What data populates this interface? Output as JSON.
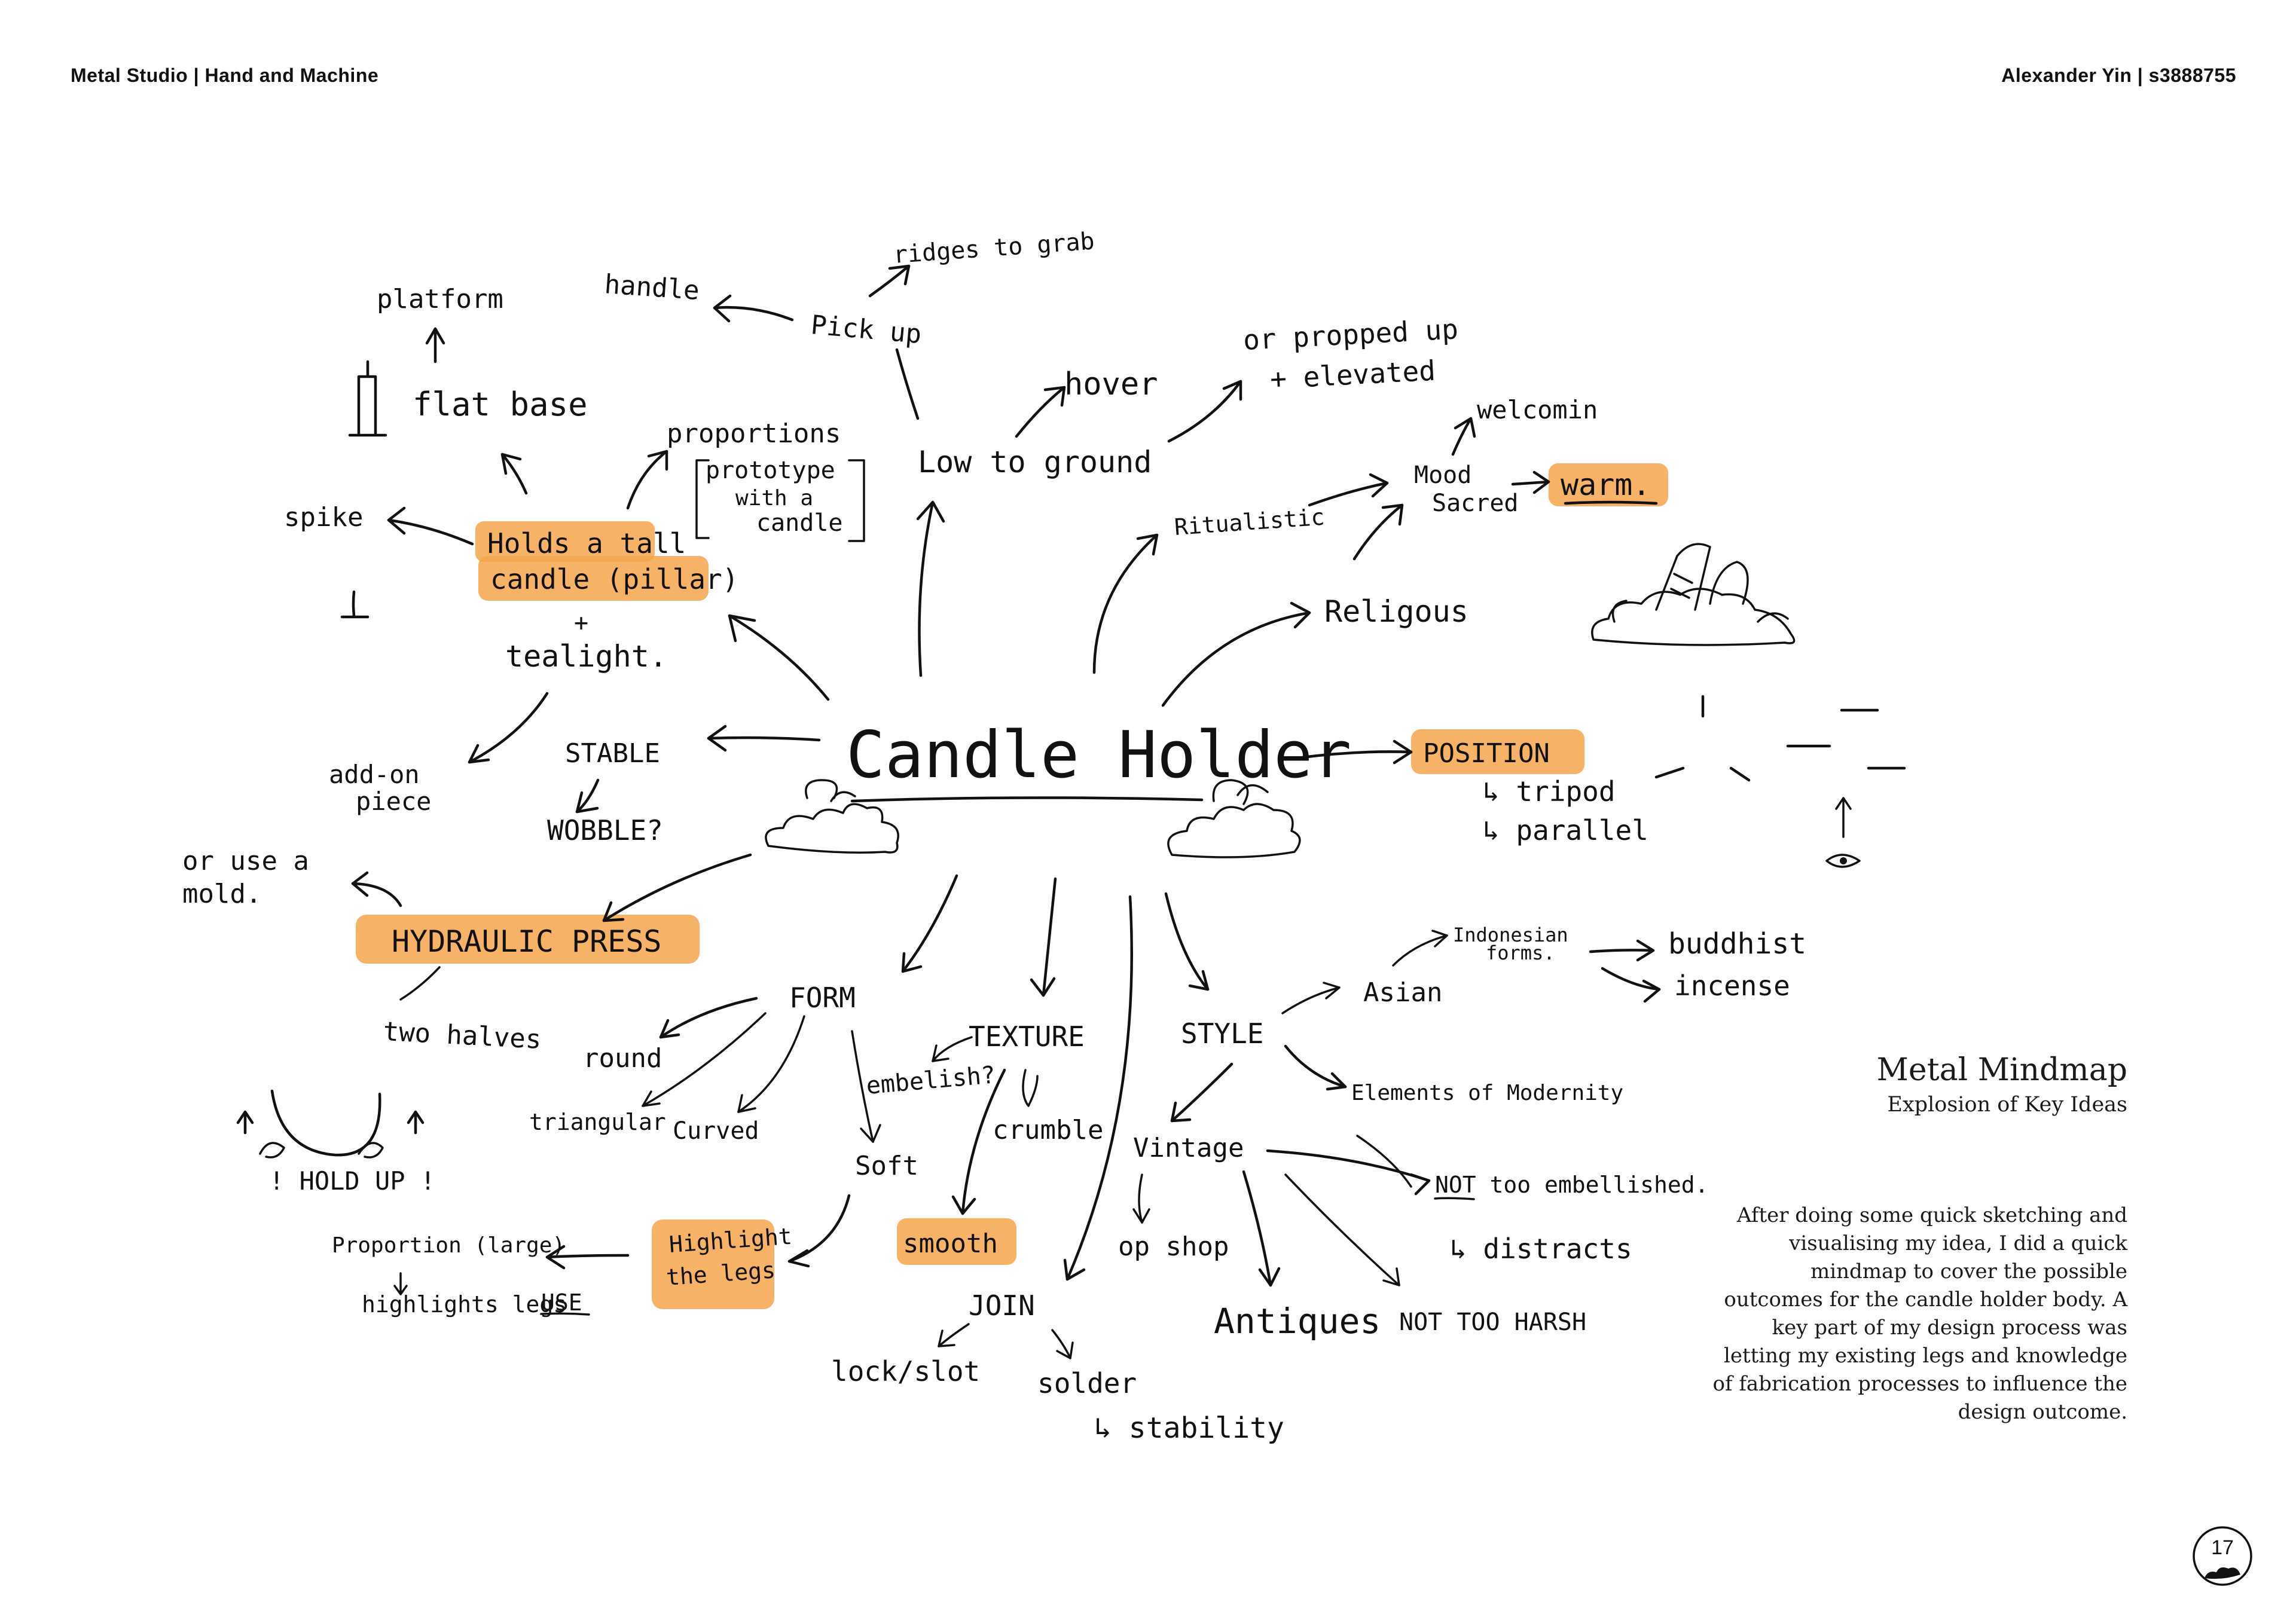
{
  "header": {
    "left": "Metal Studio | Hand and Machine",
    "right": "Alexander Yin | s3888755"
  },
  "sidebar": {
    "title": "Metal Mindmap",
    "subtitle": "Explosion of Key Ideas",
    "body": "After doing some quick sketching and visualising my idea, I did a quick mindmap to cover the possible outcomes for the candle holder body. A key part of my design process was letting my existing legs and knowledge of fabrication processes to influence the design outcome."
  },
  "page_number": "17",
  "colors": {
    "highlight": "#f4a44c",
    "ink": "#111111",
    "background": "#ffffff"
  },
  "mindmap": {
    "center": "Candle Holder",
    "labels": {
      "ridges": "ridges to grab",
      "handle": "handle",
      "pickup": "Pick up",
      "platform": "platform",
      "flatbase": "flat base",
      "proportions": "proportions",
      "prototype1": "prototype",
      "prototype2": "with a",
      "prototype3": "candle",
      "lowground": "Low to ground",
      "hover": "hover",
      "propped1": "or propped up",
      "propped2": "+ elevated",
      "welcomin": "welcomin",
      "mood": "Mood",
      "sacred": "Sacred",
      "warm": "warm.",
      "ritualistic": "Ritualistic",
      "religous": "Religous",
      "spike": "spike",
      "holds1": "Holds a tall",
      "holds2": "candle (pillar)",
      "plus": "+",
      "tealight": "tealight.",
      "addon1": "add-on",
      "addon2": "piece",
      "stable": "STABLE",
      "wobble": "WOBBLE?",
      "position": "POSITION",
      "tripod": "↳ tripod",
      "parallel": "↳ parallel",
      "oruse1": "or use a",
      "oruse2": "mold.",
      "hydraulic": "HYDRAULIC PRESS",
      "twohalves": "two halves",
      "holdup": "! HOLD UP !",
      "form": "FORM",
      "round": "round",
      "triangular": "triangular",
      "curved": "Curved",
      "soft": "Soft",
      "texture": "TEXTURE",
      "embelish": "embelish?",
      "crumble": "crumble",
      "smooth": "smooth",
      "style": "STYLE",
      "asian": "Asian",
      "indonesian1": "Indonesian",
      "indonesian2": "forms.",
      "buddhist": "buddhist",
      "incense": "incense",
      "modernity": "Elements of Modernity",
      "vintage": "Vintage",
      "opshop": "op shop",
      "nottoo": "NOT too embellished.",
      "distracts": "↳ distracts",
      "antiques": "Antiques",
      "notharsh": "NOT TOO HARSH",
      "proportionlarge": "Proportion (large)",
      "highlightslegs": "highlights legs",
      "use": "USE",
      "highlight1": "Highlight",
      "highlight2": "the legs",
      "join": "JOIN",
      "lockslot": "lock/slot",
      "solder": "solder",
      "stability": "↳ stability"
    }
  }
}
